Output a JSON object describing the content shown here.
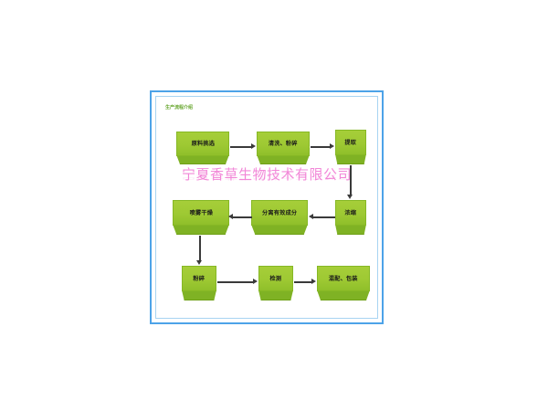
{
  "frame": {
    "border_color": "#4da3e8",
    "inner_border_color": "#a8d4f2",
    "background": "#ffffff"
  },
  "caption": "生产流程介绍",
  "watermark": {
    "text": "宁夏香草生物技术有限公司",
    "color": "#f06fd0"
  },
  "palette": {
    "node_face": "#9ec933",
    "node_base": "#7fb224",
    "node_border": "#86b825",
    "arrow": "#3a3a3a",
    "page_background": "#ffffff"
  },
  "nodes": [
    {
      "id": "raw-material",
      "label": "原料挑选",
      "row": 1,
      "col": 1
    },
    {
      "id": "wash-crush",
      "label": "清洗、粉碎",
      "row": 1,
      "col": 2
    },
    {
      "id": "extract",
      "label": "提取",
      "row": 1,
      "col": 3
    },
    {
      "id": "concentrate",
      "label": "浓缩",
      "row": 2,
      "col": 3
    },
    {
      "id": "separate",
      "label": "分离有效成分",
      "row": 2,
      "col": 2
    },
    {
      "id": "spray-dry",
      "label": "喷雾干燥",
      "row": 2,
      "col": 1
    },
    {
      "id": "crush2",
      "label": "粉碎",
      "row": 3,
      "col": 1
    },
    {
      "id": "test",
      "label": "检测",
      "row": 3,
      "col": 2
    },
    {
      "id": "pack",
      "label": "混配、包装",
      "row": 3,
      "col": 3
    }
  ],
  "edges": [
    {
      "from": "raw-material",
      "to": "wash-crush",
      "direction": "right"
    },
    {
      "from": "wash-crush",
      "to": "extract",
      "direction": "right"
    },
    {
      "from": "extract",
      "to": "concentrate",
      "direction": "down"
    },
    {
      "from": "concentrate",
      "to": "separate",
      "direction": "left"
    },
    {
      "from": "separate",
      "to": "spray-dry",
      "direction": "left"
    },
    {
      "from": "spray-dry",
      "to": "crush2",
      "direction": "down"
    },
    {
      "from": "crush2",
      "to": "test",
      "direction": "right"
    },
    {
      "from": "test",
      "to": "pack",
      "direction": "right"
    }
  ]
}
